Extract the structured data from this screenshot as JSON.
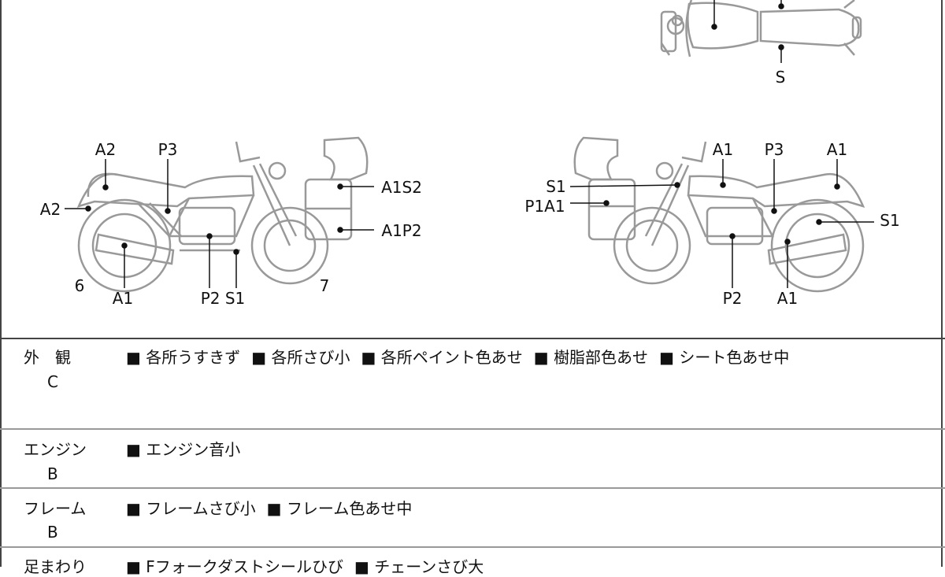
{
  "diagram": {
    "top_view_labels": [
      "S"
    ],
    "left_side_labels": {
      "a2_top": "A2",
      "p3": "P3",
      "a2_front": "A2",
      "a1s2": "A1S2",
      "a1p2": "A1P2",
      "six": "6",
      "a1_bottom": "A1",
      "p2s1": "P2 S1",
      "seven": "7"
    },
    "right_side_labels": {
      "a1_left": "A1",
      "p3": "P3",
      "a1_right": "A1",
      "s1_left": "S1",
      "p1a1": "P1A1",
      "s1_right": "S1",
      "p2": "P2",
      "a1_bottom": "A1"
    }
  },
  "rows": [
    {
      "label": "外　観",
      "grade": "C",
      "items": [
        "各所うすきず",
        "各所さび小",
        "各所ペイント色あせ",
        "樹脂部色あせ",
        "シート色あせ中"
      ]
    },
    {
      "label": "エンジン",
      "grade": "B",
      "items": [
        "エンジン音小"
      ]
    },
    {
      "label": "フレーム",
      "grade": "B",
      "items": [
        "フレームさび小",
        "フレーム色あせ中"
      ]
    },
    {
      "label": "足まわり",
      "grade": "",
      "items": [
        "Fフォークダストシールひび",
        "チェーンさび大"
      ]
    }
  ]
}
